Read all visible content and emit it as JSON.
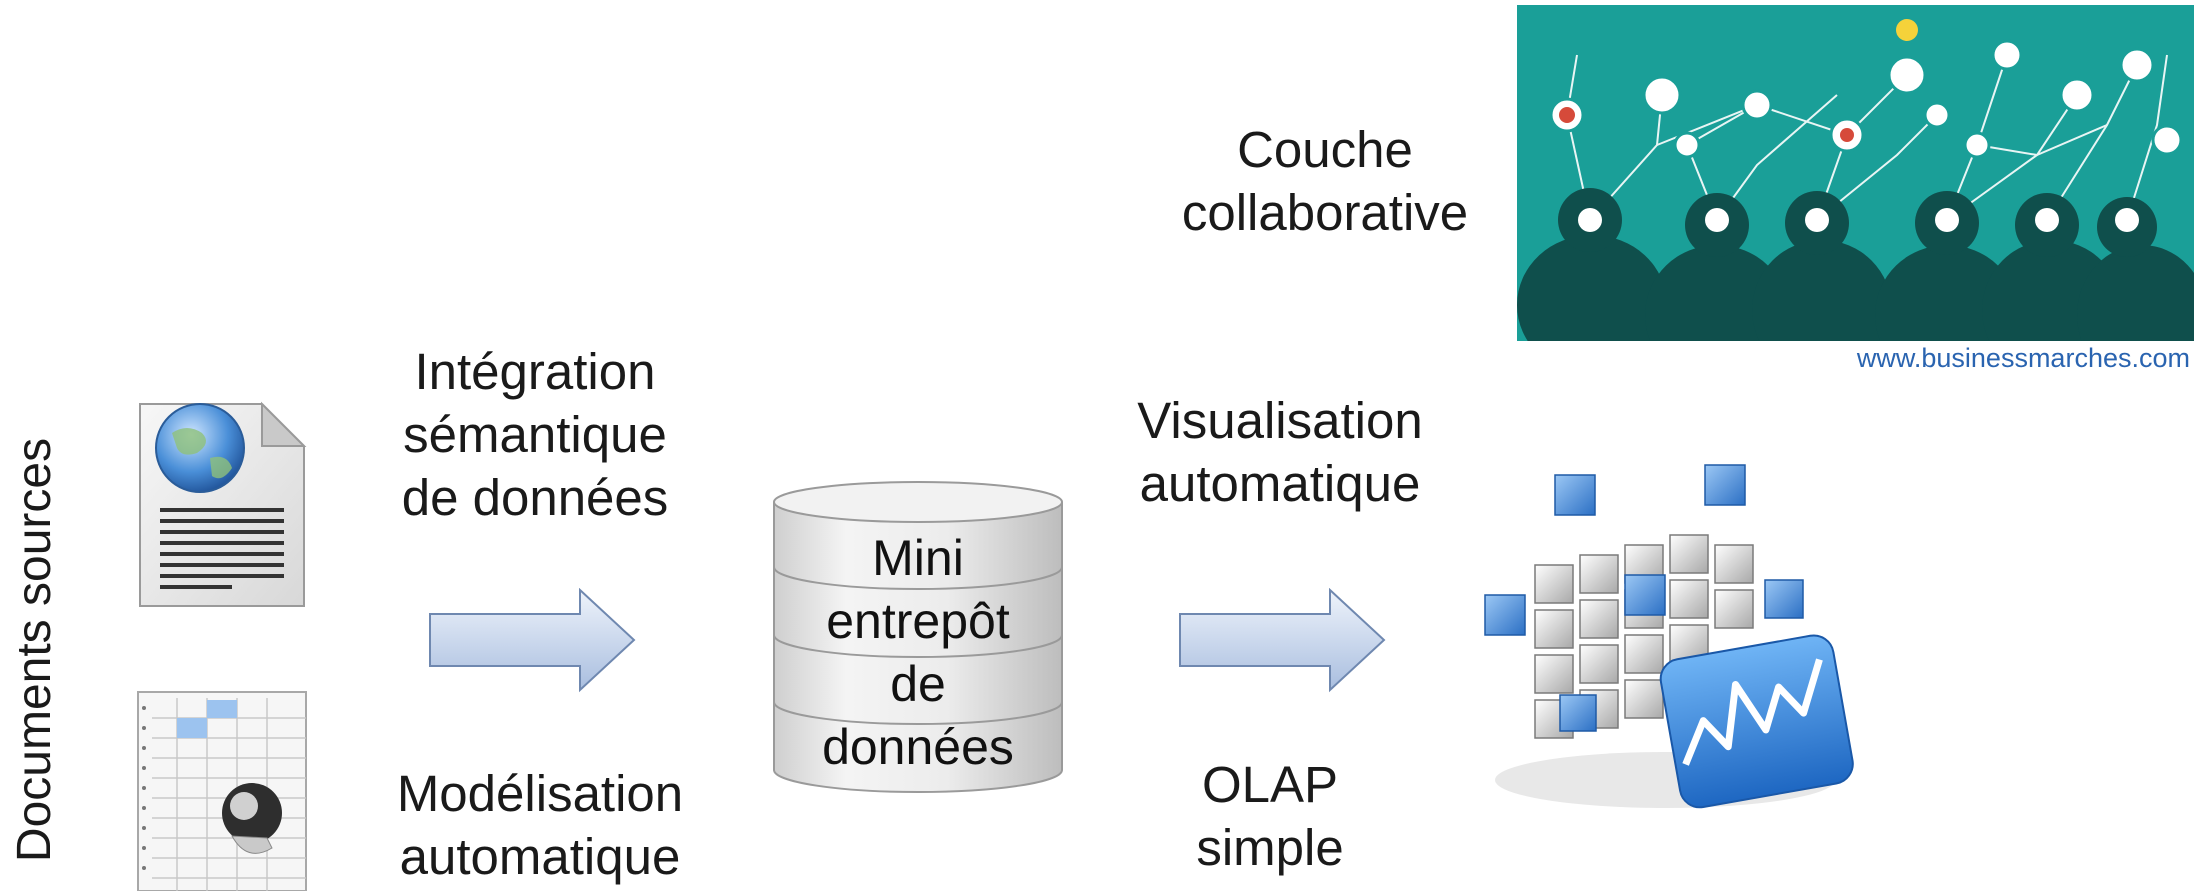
{
  "side_label": "Documents sources",
  "labels": {
    "collab": [
      "Couche",
      "collaborative"
    ],
    "integration": [
      "Intégration",
      "sémantique",
      "de données"
    ],
    "modelisation": [
      "Modélisation",
      "automatique"
    ],
    "visualisation": [
      "Visualisation",
      "automatique"
    ],
    "olap": [
      "OLAP",
      "simple"
    ]
  },
  "datamart": [
    "Mini",
    "entrepôt",
    "de",
    "données"
  ],
  "image_source": "www.businessmarches.com",
  "icons": [
    "web-document-icon",
    "spreadsheet-document-icon",
    "arrow-right-icon",
    "database-cylinder-icon",
    "olap-cube-icon",
    "collaboration-network-image"
  ],
  "colors": {
    "teal": "#1a9f98",
    "arrow_fill_light": "#eef3fb",
    "arrow_fill_dark": "#a9bedf",
    "cube_blue": "#3b86d8",
    "source_blue": "#2a64b0"
  }
}
